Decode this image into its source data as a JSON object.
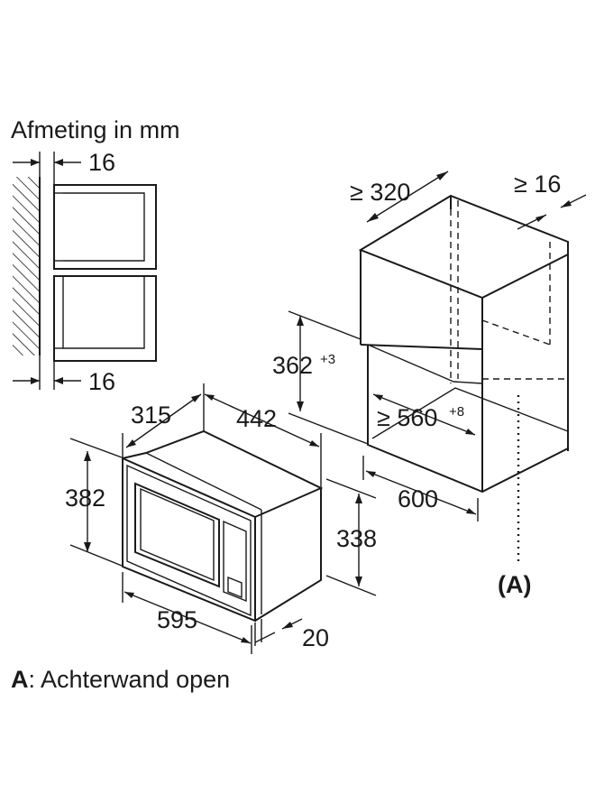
{
  "title": "Afmeting in mm",
  "footer": {
    "key": "A",
    "text": ": Achterwand open"
  },
  "side_view": {
    "gap_top": "16",
    "gap_bottom": "16"
  },
  "cabinet": {
    "depth": "≥ 320",
    "side_gap": "≥ 16",
    "opening_height": "362",
    "opening_height_tol": "+3",
    "opening_width": "≥ 560",
    "opening_width_tol": "+8",
    "cabinet_depth": "600",
    "rear_marker": "(A)"
  },
  "appliance": {
    "frame_depth": "315",
    "body_width": "442",
    "frame_height": "382",
    "body_height": "338",
    "frame_width": "595",
    "frame_thickness": "20"
  }
}
